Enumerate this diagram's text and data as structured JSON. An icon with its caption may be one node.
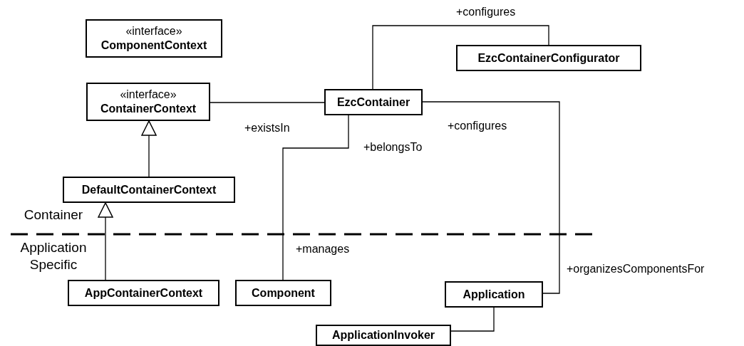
{
  "diagram": {
    "nodes": [
      {
        "text": [
          "«interface»",
          "ComponentContext"
        ]
      },
      {
        "text": [
          "«interface»",
          "ContainerContext"
        ]
      },
      {
        "text": [
          "EzcContainer"
        ]
      },
      {
        "text": [
          "EzcContainerConfigurator"
        ]
      },
      {
        "text": [
          "DefaultContainerContext"
        ]
      },
      {
        "text": [
          "AppContainerContext"
        ]
      },
      {
        "text": [
          "Component"
        ]
      },
      {
        "text": [
          "Application"
        ]
      },
      {
        "text": [
          "ApplicationInvoker"
        ]
      }
    ],
    "edges": [
      {
        "from": 1,
        "to": 2,
        "arrow": "none",
        "label": "+existsIn"
      },
      {
        "from": 4,
        "to": 1,
        "arrow": "to"
      },
      {
        "from": 5,
        "to": 4,
        "arrow": "to"
      },
      {
        "from": 2,
        "to": 3,
        "arrow": "none",
        "label": "+configures"
      },
      {
        "from": 2,
        "to": 6,
        "arrow": "none",
        "label": "+belongsTo"
      },
      {
        "from": 2,
        "to": 7,
        "arrow": "none",
        "label": "+configures"
      },
      {
        "from": 7,
        "to": 8,
        "arrow": "none"
      }
    ],
    "labels": [
      "Container",
      "Application Specific",
      "+manages",
      "+organizesComponentsFor"
    ]
  }
}
